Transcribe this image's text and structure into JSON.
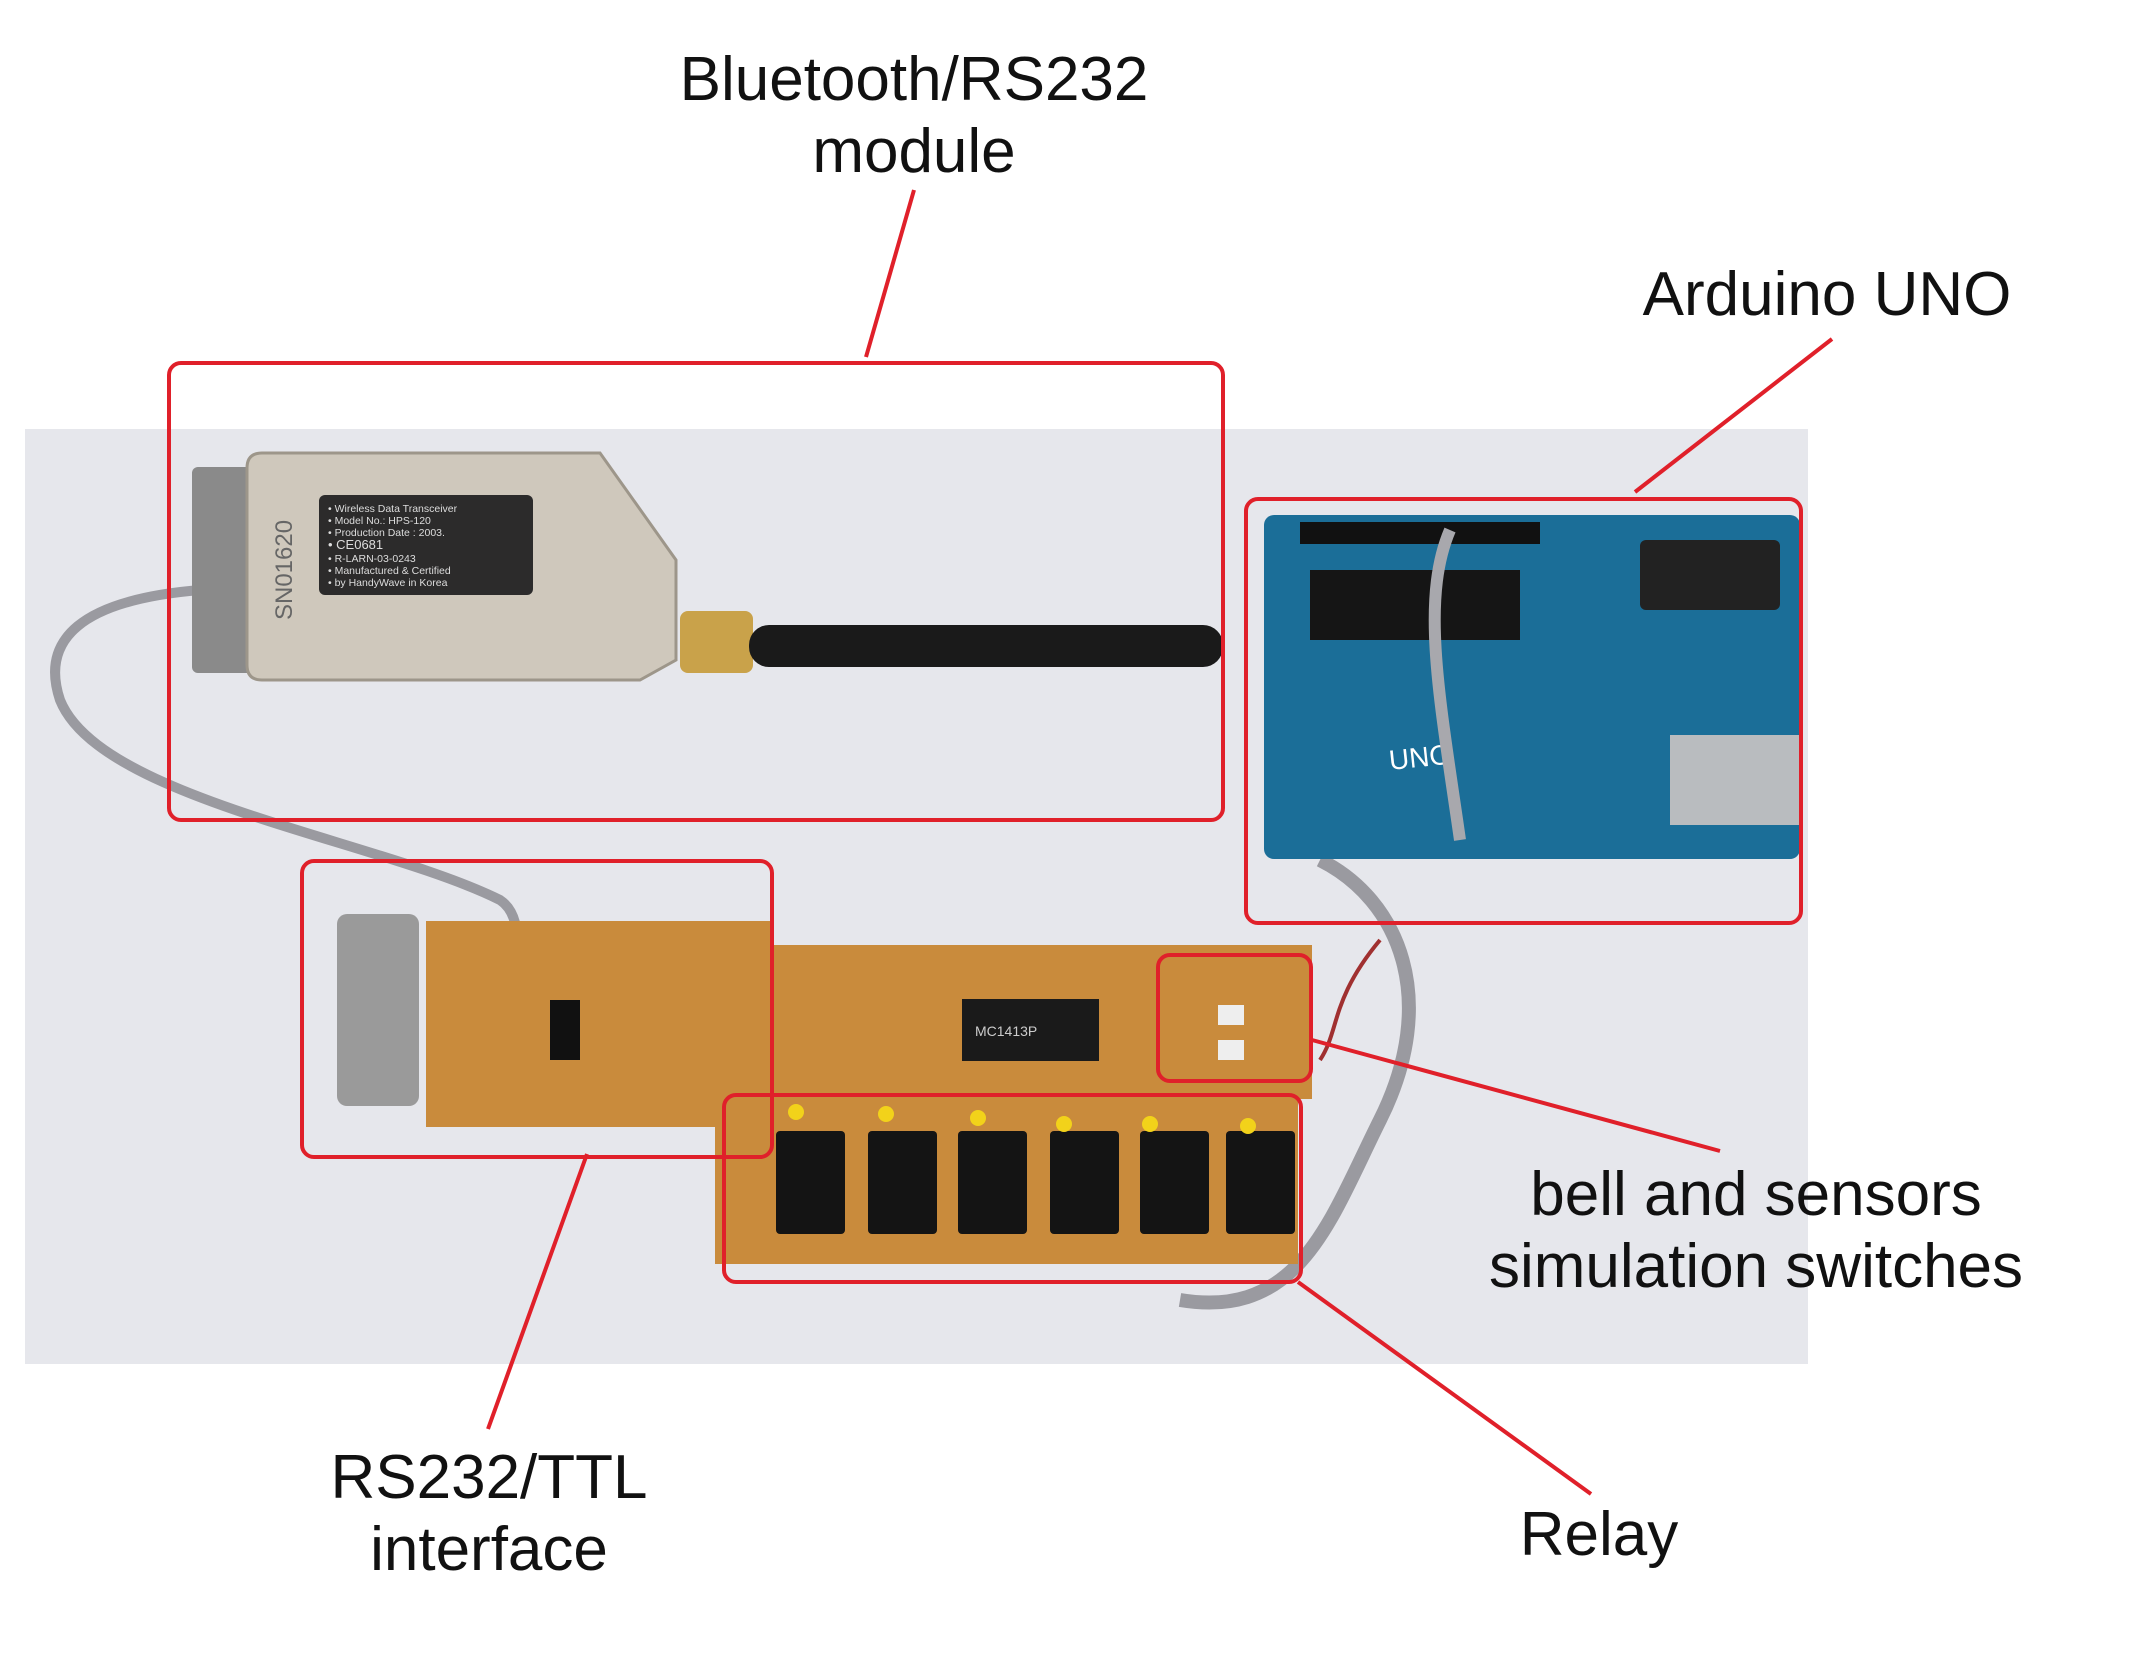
{
  "labels": {
    "bluetooth": [
      "Bluetooth/RS232",
      "module"
    ],
    "arduino": "Arduino UNO",
    "switches": [
      "bell and sensors",
      "simulation switches"
    ],
    "rs232": [
      "RS232/TTL",
      "interface"
    ],
    "relay": "Relay"
  },
  "photo_text": {
    "module_label": [
      "• Wireless Data Transceiver",
      "• Model No.: HPS-120",
      "• Production Date : 2003.",
      "• CE0681",
      "• R-LARN-03-0243",
      "• Manufactured & Certified",
      "• by HandyWave in Korea"
    ],
    "serial": "SN01620",
    "board": "UNO",
    "ic": "MC1413P"
  },
  "colors": {
    "annotation": "#e0202a",
    "board": "#1b6e98",
    "perfboard": "#c98b3c"
  }
}
